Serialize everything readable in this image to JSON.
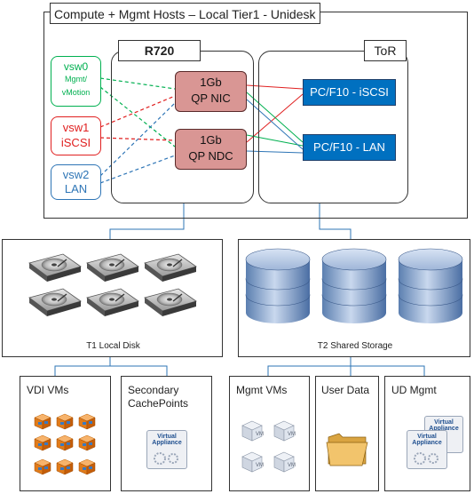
{
  "header": {
    "title": "Compute + Mgmt Hosts – Local Tier1 - Unidesk"
  },
  "host": {
    "label": "R720"
  },
  "tor": {
    "label": "ToR"
  },
  "vswitches": [
    {
      "name": "vsw0",
      "sub1": "Mgmt/",
      "sub2": "vMotion",
      "color": "#00b050"
    },
    {
      "name": "vsw1",
      "sub1": "iSCSI",
      "color": "#e02020"
    },
    {
      "name": "vsw2",
      "sub1": "LAN",
      "color": "#2e75b6"
    }
  ],
  "nics": [
    {
      "line1": "1Gb",
      "line2": "QP NIC"
    },
    {
      "line1": "1Gb",
      "line2": "QP NDC"
    }
  ],
  "switches": [
    {
      "label": "PC/F10 - iSCSI"
    },
    {
      "label": "PC/F10 - LAN"
    }
  ],
  "storage": {
    "local_label": "T1 Local Disk",
    "shared_label": "T2 Shared Storage"
  },
  "tiles": [
    {
      "title": "VDI VMs"
    },
    {
      "title": "Secondary CachePoints"
    },
    {
      "title": "Mgmt VMs"
    },
    {
      "title": "User Data"
    },
    {
      "title": "UD Mgmt"
    }
  ],
  "appliance": {
    "line1": "Virtual",
    "line2": "Appliance"
  },
  "vm_label": "VM",
  "colors": {
    "mgmt": "#00b050",
    "iscsi": "#e02020",
    "lan": "#2e75b6",
    "switch_fill": "#0070c0",
    "nic_fill": "#d99694",
    "connector": "#2e75b6"
  }
}
